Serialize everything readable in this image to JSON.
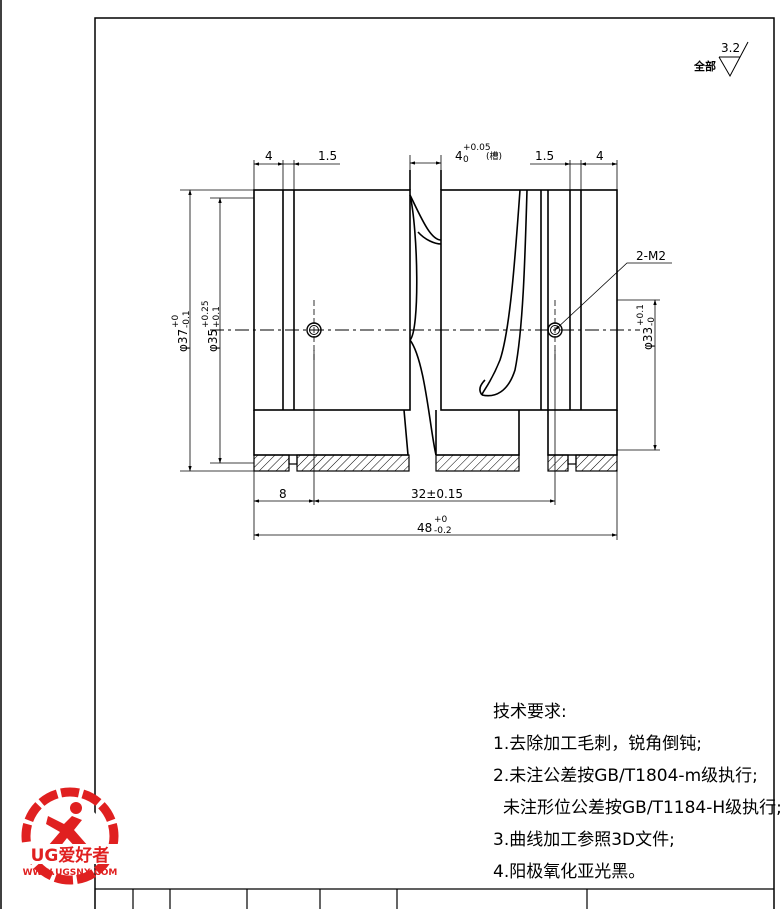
{
  "surface_finish": {
    "label": "全部",
    "value": "3.2"
  },
  "dimensions": {
    "left_wall": "4",
    "left_step": "1.5",
    "slot_width": "4",
    "slot_tol_upper": "+0.05",
    "slot_tol_lower": "0",
    "slot_note": "(槽)",
    "right_step": "1.5",
    "right_wall": "4",
    "thread_callout": "2-M2",
    "dia37": "φ37",
    "dia37_tol_upper": "+0",
    "dia37_tol_lower": "-0.1",
    "dia35": "φ35",
    "dia35_tol_upper": "+0.25",
    "dia35_tol_lower": "+0.1",
    "dia33": "φ33",
    "dia33_tol_upper": "+0.1",
    "dia33_tol_lower": "-0",
    "offset8": "8",
    "center32": "32±0.15",
    "total48": "48",
    "total48_tol_upper": "+0",
    "total48_tol_lower": "-0.2"
  },
  "tech_requirements": {
    "title": "技术要求:",
    "items": [
      "1.去除加工毛刺，锐角倒钝;",
      "2.未注公差按GB/T1804-m级执行;",
      "未注形位公差按GB/T1184-H级执行;",
      "3.曲线加工参照3D文件;",
      "4.阳极氧化亚光黑。"
    ]
  },
  "watermark": {
    "brand": "UG爱好者",
    "url": "WWW.UGSNX.COM",
    "accent_color": "#e02020"
  }
}
